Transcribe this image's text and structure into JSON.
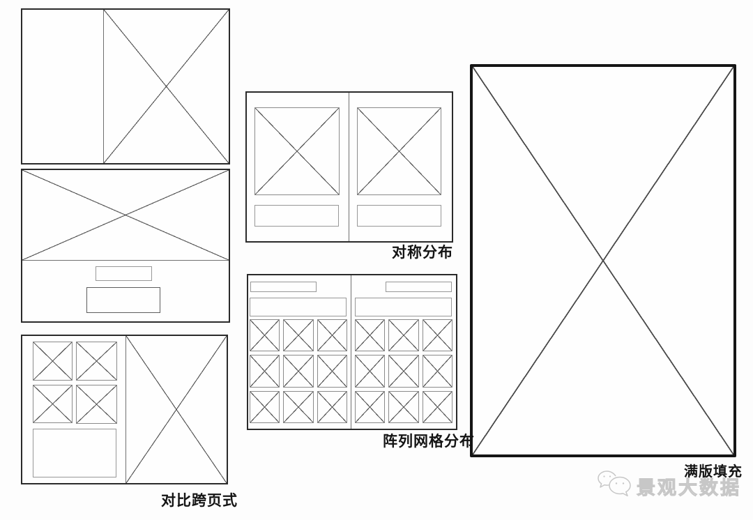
{
  "canvas": {
    "background": "#fdfdfd"
  },
  "labels": {
    "contrast_spread": "对比跨页式",
    "symmetric": "对称分布",
    "grid_array": "阵列网格分布",
    "full_bleed": "满版填充"
  },
  "watermark": {
    "text": "景观大数据",
    "logo": "chat-bubbles-logo"
  },
  "colors": {
    "panel_border": "#2a2a2a",
    "heavy_border": "#151515",
    "cross_line": "#5a5a5a",
    "inner_line": "#8a8a8a",
    "label_text": "#141414",
    "watermark": "#c7c7c7"
  }
}
